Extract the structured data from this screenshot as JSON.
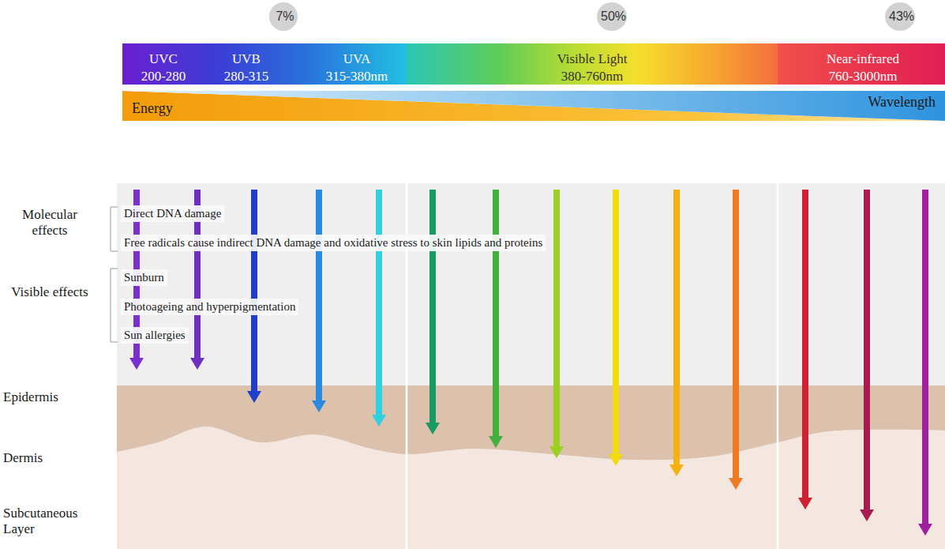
{
  "diagram": {
    "nodes": [
      {
        "text": [
          "UVC",
          "200-280",
          "UVB",
          "280-315",
          "UVA",
          "315-380nm"
        ]
      },
      {
        "text": [
          "Visible Light",
          "380-760nm"
        ]
      },
      {
        "text": [
          "Near-infrared",
          "760-3000nm"
        ]
      },
      {
        "text": [
          "7%"
        ]
      },
      {
        "text": [
          "50%"
        ]
      },
      {
        "text": [
          "43%"
        ]
      },
      {
        "text": [
          "Energy"
        ]
      },
      {
        "text": [
          "Wavelength"
        ]
      }
    ],
    "labels": [
      "Molecular effects",
      "Direct DNA damage",
      "Free radicals cause indirect DNA damage and oxidative stress to skin lipids and proteins",
      "Visible effects",
      "Sunburn",
      "Photoageing and hyperpigmentation",
      "Sun allergies",
      "Epidermis",
      "Dermis",
      "Subcutaneous Layer"
    ]
  }
}
